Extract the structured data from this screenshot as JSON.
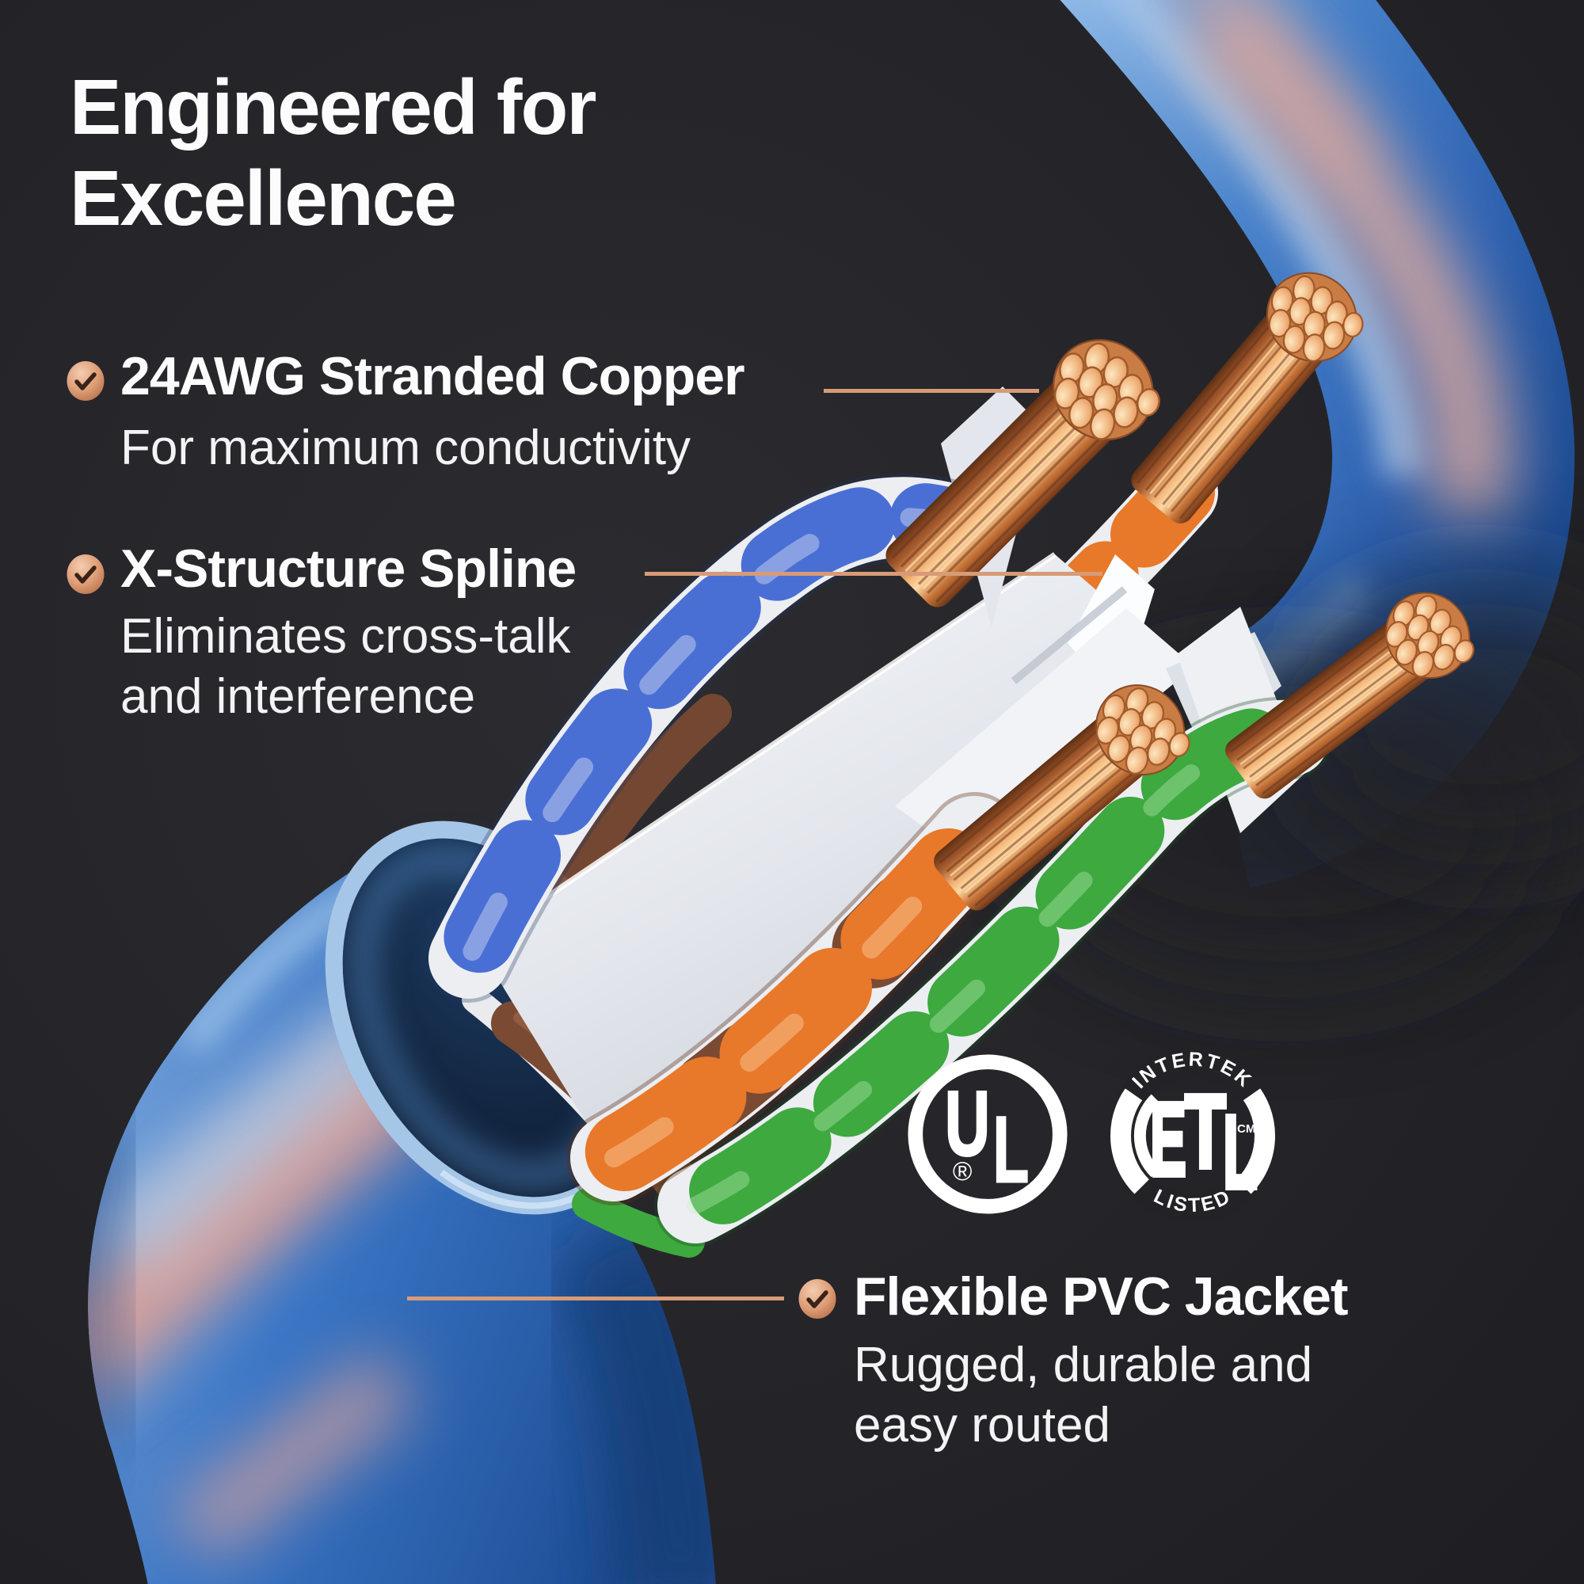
{
  "header": {
    "title_lines": [
      "Engineered for",
      "Excellence"
    ]
  },
  "features": [
    {
      "id": "stranded-copper",
      "title": "24AWG Stranded Copper",
      "desc_lines": [
        "For maximum conductivity"
      ]
    },
    {
      "id": "x-spline",
      "title": "X-Structure Spline",
      "desc_lines": [
        "Eliminates cross-talk",
        "and interference"
      ]
    },
    {
      "id": "pvc-jacket",
      "title": "Flexible PVC Jacket",
      "desc_lines": [
        "Rugged, durable and",
        "easy routed"
      ]
    }
  ],
  "certifications": {
    "ul": {
      "letters": [
        "U",
        "L"
      ],
      "registered": "®"
    },
    "etl": {
      "arc_top": "INTERTEK",
      "letters": [
        "E",
        "T",
        "L"
      ],
      "arc_bottom": "LISTED",
      "mark": "CM"
    }
  },
  "icons": {
    "check": "✓"
  },
  "colors": {
    "background": "#232327",
    "text": "#fafafa",
    "callout_line": "#d79b77",
    "check_badge_copper": "#dd9c76",
    "check_mark": "#3a2417",
    "cable_blue": "#3a76c6",
    "cable_blue_light": "#9dc2e8",
    "cable_highlight_pink": "#e2a99c",
    "jacket_rim": "#a6c6e8",
    "wire_blue": "#4a6fd4",
    "wire_orange": "#e8782a",
    "wire_green": "#3da93f",
    "wire_brown": "#7b4a33",
    "wire_white": "#eceef2",
    "spline_white": "#eef0f4",
    "copper": "#c87d4e",
    "copper_light": "#f2c08e",
    "logo_white": "#ffffff"
  }
}
